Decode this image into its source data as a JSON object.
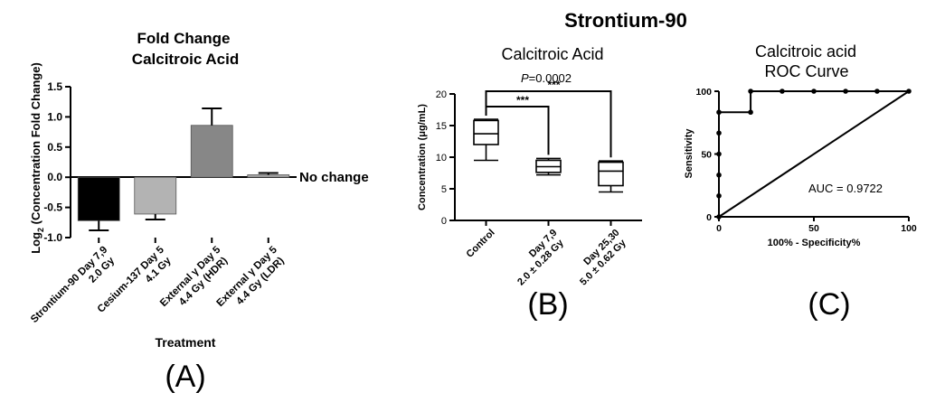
{
  "figure_title": "Strontium-90",
  "chart_data": [
    {
      "type": "bar",
      "panel_label": "(A)",
      "title": [
        "Fold Change",
        "Calcitroic Acid"
      ],
      "xlabel": "Treatment",
      "ylabel_parts": [
        "Log",
        "2",
        " (Concentration Fold Change)"
      ],
      "ylim": [
        -1.0,
        1.5
      ],
      "yticks": [
        "-1.0",
        "-0.5",
        "0.0",
        "0.5",
        "1.0",
        "1.5"
      ],
      "categories": [
        [
          "Strontium-90 Day 7,9",
          "2.0 Gy"
        ],
        [
          "Cesium-137 Day 5",
          "4.1 Gy"
        ],
        [
          "External γ Day 5",
          "4.4 Gy (HDR)"
        ],
        [
          "External γ Day 5",
          "4.4 Gy (LDR)"
        ]
      ],
      "values": [
        -0.72,
        -0.61,
        0.86,
        0.04
      ],
      "errors": [
        0.16,
        0.09,
        0.28,
        0.03
      ],
      "bar_colors": [
        "#000000",
        "#b3b3b3",
        "#878787",
        "#a6a6a6"
      ],
      "annotation": "No change"
    },
    {
      "type": "box",
      "panel_label": "(B)",
      "title": "Calcitroic Acid",
      "ylabel": "Concentration (μg/mL)",
      "ylim": [
        0,
        20
      ],
      "yticks": [
        "0",
        "5",
        "10",
        "15",
        "20"
      ],
      "categories": [
        [
          "Control"
        ],
        [
          "Day 7,9",
          "2.0 ± 0.28 Gy"
        ],
        [
          "Day 25,30",
          "5.0 ± 0.62 Gy"
        ]
      ],
      "boxes": [
        {
          "min": 9.5,
          "q1": 12.0,
          "median": 13.7,
          "q3": 15.8,
          "max": 16.0
        },
        {
          "min": 7.2,
          "q1": 7.6,
          "median": 8.5,
          "q3": 9.5,
          "max": 9.8
        },
        {
          "min": 4.5,
          "q1": 5.5,
          "median": 7.8,
          "q3": 9.2,
          "max": 9.4
        }
      ],
      "p_italic": "P",
      "p_value": "=0.0002",
      "sig_marks": [
        "***",
        "***"
      ]
    },
    {
      "type": "line",
      "panel_label": "(C)",
      "title": [
        "Calcitroic acid",
        "ROC Curve"
      ],
      "xlabel": "100% - Specificity%",
      "ylabel": "Sensitivity",
      "xlim": [
        0,
        100
      ],
      "ylim": [
        0,
        100
      ],
      "xticks": [
        "0",
        "50",
        "100"
      ],
      "yticks": [
        "0",
        "50",
        "100"
      ],
      "x": [
        0,
        0,
        0,
        0,
        0,
        0,
        16.7,
        16.7,
        33.3,
        50,
        66.7,
        83.3,
        100
      ],
      "y": [
        0,
        16.7,
        33.3,
        50,
        66.7,
        83.3,
        83.3,
        100,
        100,
        100,
        100,
        100,
        100
      ],
      "auc_label": "AUC = 0.9722"
    }
  ]
}
